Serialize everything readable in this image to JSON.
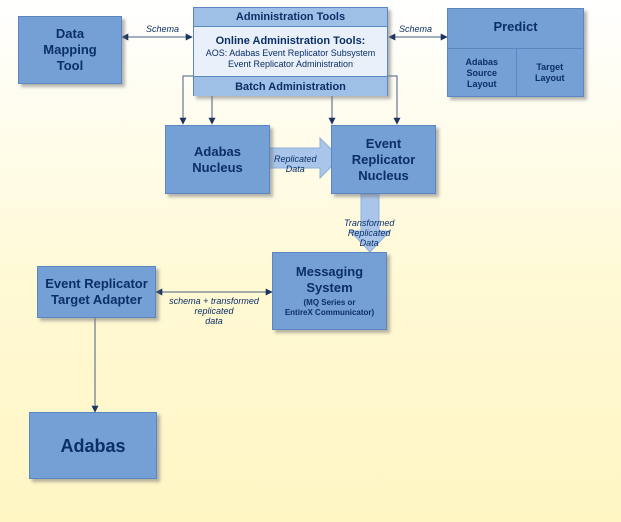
{
  "data_mapping_tool": "Data Mapping Tool",
  "admin": {
    "title": "Administration Tools",
    "online_title": "Online Administration Tools:",
    "online_line1": "AOS: Adabas Event Replicator Subsystem",
    "online_line2": "Event Replicator Administration",
    "batch": "Batch Administration"
  },
  "predict": {
    "title": "Predict",
    "source_layout": [
      "Adabas",
      "Source",
      "Layout"
    ],
    "target_layout": [
      "Target",
      "Layout"
    ]
  },
  "schema_left": "Schema",
  "schema_right": "Schema",
  "adabas_nucleus": [
    "Adabas",
    "Nucleus"
  ],
  "event_replicator_nucleus": [
    "Event",
    "Replicator",
    "Nucleus"
  ],
  "replicated_data": [
    "Replicated",
    "Data"
  ],
  "transformed_replicated_data": [
    "Transformed",
    "Replicated",
    "Data"
  ],
  "messaging_system": {
    "title": [
      "Messaging",
      "System"
    ],
    "subtitle": [
      "(MQ Series or",
      "EntireX Communicator)"
    ]
  },
  "target_adapter": [
    "Event Replicator",
    "Target Adapter"
  ],
  "schema_transformed": [
    "schema + transformed",
    "replicated",
    "data"
  ],
  "adabas": "Adabas",
  "colors": {
    "box_fill": "#74a0d6",
    "box_text": "#0b2f66",
    "arrow_fill": "#a9c6ea",
    "line": "#4a5f80"
  }
}
